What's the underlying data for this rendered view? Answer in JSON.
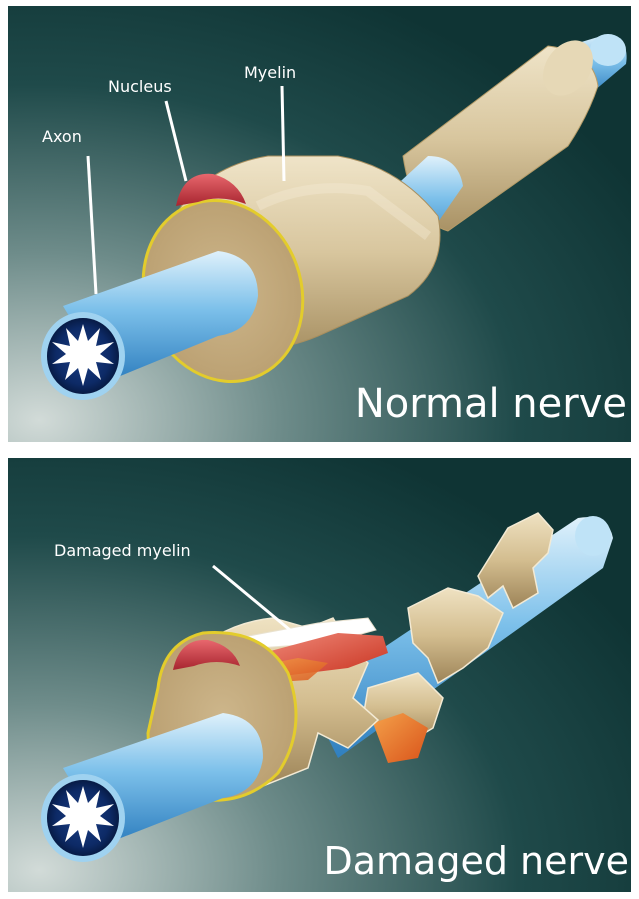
{
  "panels": {
    "normal": {
      "caption": "Normal nerve",
      "labels": {
        "axon": "Axon",
        "nucleus": "Nucleus",
        "myelin": "Myelin"
      }
    },
    "damaged": {
      "caption": "Damaged nerve",
      "labels": {
        "damaged_myelin": "Damaged myelin"
      }
    }
  },
  "colors": {
    "background_dark": "#123a3a",
    "background_light": "#c9d3d0",
    "axon_blue": "#5aaee0",
    "myelin_tan": "#d9c7a1",
    "nucleus_red": "#b8323c",
    "outline_yellow": "#d6c12a",
    "damage_orange": "#e0601c"
  }
}
